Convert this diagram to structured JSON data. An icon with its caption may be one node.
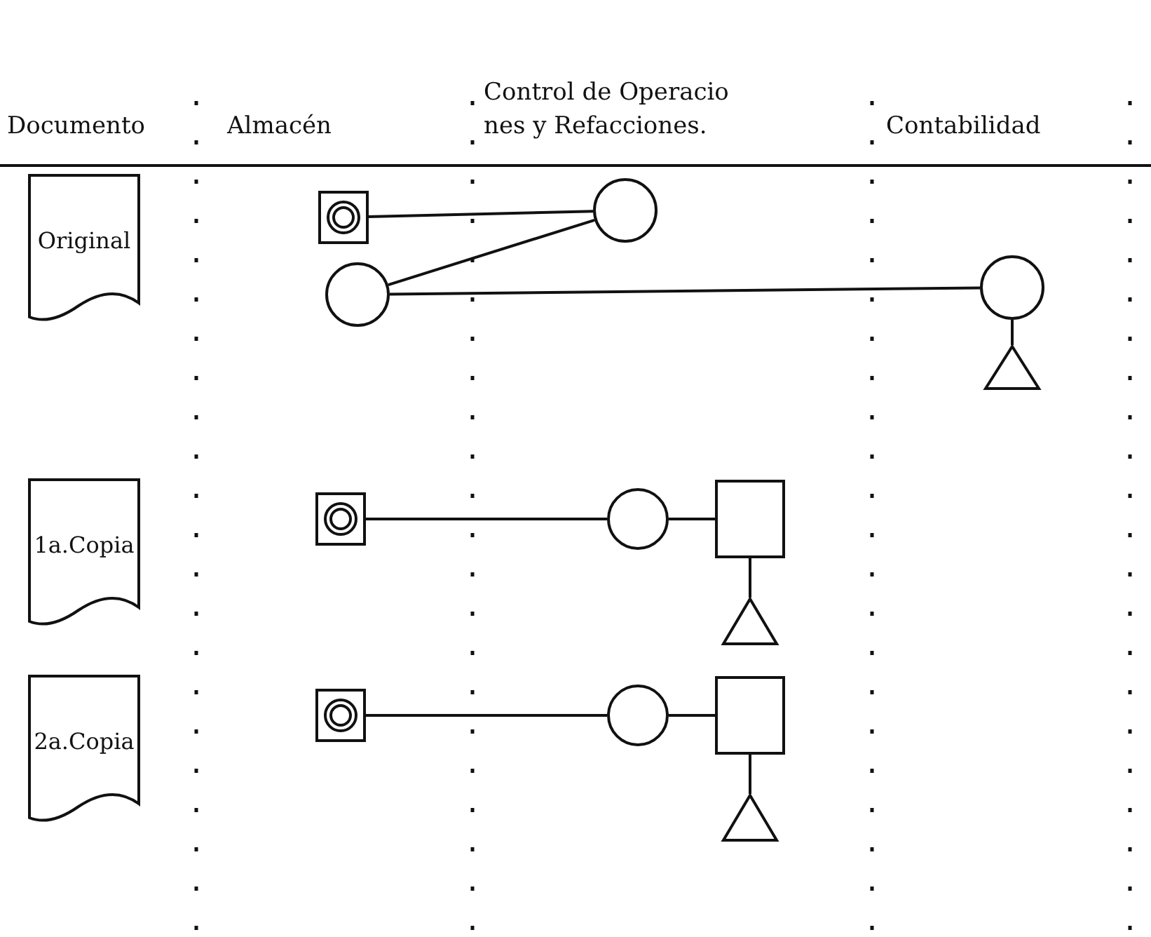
{
  "diagram": {
    "nodes": [
      {
        "text": [
          "Original"
        ]
      },
      {
        "text": [],
        "shape": "target"
      },
      {
        "text": [],
        "shape": "circle"
      },
      {
        "text": [],
        "shape": "circle"
      },
      {
        "text": [],
        "shape": "circle"
      },
      {
        "text": [],
        "shape": "triangle"
      },
      {
        "text": [
          "1a.Copia"
        ]
      },
      {
        "text": [],
        "shape": "target"
      },
      {
        "text": [],
        "shape": "circle"
      },
      {
        "text": [],
        "shape": "box"
      },
      {
        "text": [],
        "shape": "triangle"
      },
      {
        "text": [
          "2a.Copia"
        ]
      },
      {
        "text": [],
        "shape": "target"
      },
      {
        "text": [],
        "shape": "circle"
      },
      {
        "text": [],
        "shape": "box"
      },
      {
        "text": [],
        "shape": "triangle"
      }
    ],
    "edges": [
      {
        "from": 1,
        "to": 2,
        "arrow": "none"
      },
      {
        "from": 2,
        "to": 3,
        "arrow": "none"
      },
      {
        "from": 3,
        "to": 4,
        "arrow": "none"
      },
      {
        "from": 4,
        "to": 5,
        "arrow": "none"
      },
      {
        "from": 7,
        "to": 8,
        "arrow": "none"
      },
      {
        "from": 8,
        "to": 9,
        "arrow": "none"
      },
      {
        "from": 9,
        "to": 10,
        "arrow": "none"
      },
      {
        "from": 12,
        "to": 13,
        "arrow": "none"
      },
      {
        "from": 13,
        "to": 14,
        "arrow": "none"
      },
      {
        "from": 14,
        "to": 15,
        "arrow": "none"
      }
    ],
    "labels": [
      "Documento",
      "Almacén",
      "Control de Operacio nes y Refacciones.",
      "Contabilidad"
    ]
  }
}
